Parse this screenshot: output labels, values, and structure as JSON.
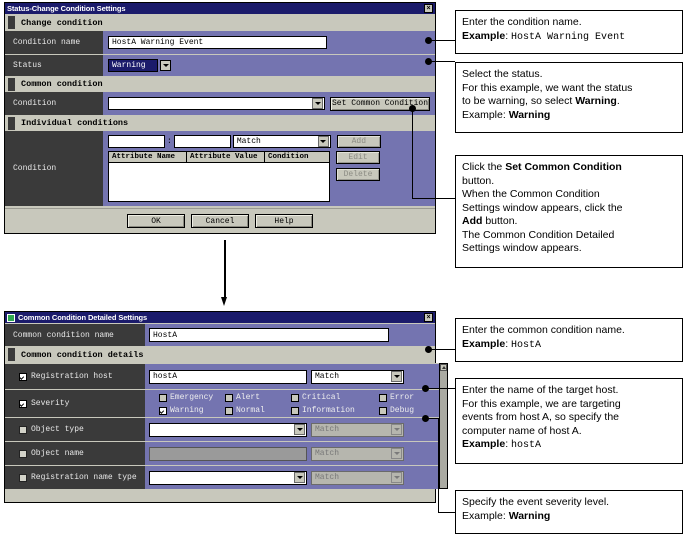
{
  "dialog1": {
    "title": "Status-Change Condition Settings",
    "close_label": "×",
    "groups": {
      "change_condition": "Change condition",
      "common_condition": "Common condition",
      "individual_conditions": "Individual conditions"
    },
    "fields": {
      "condition_name_label": "Condition name",
      "condition_name_value": "HostA Warning Event",
      "status_label": "Status",
      "status_value": "Warning",
      "condition_label": "Condition",
      "condition_value": "",
      "set_common_condition_button": "Set Common Condition",
      "individual_condition_label": "Condition",
      "attr_name_value": "",
      "attr_value_value": "",
      "separator": ":",
      "match_value": "Match"
    },
    "side_buttons": {
      "add": "Add",
      "edit": "Edit",
      "delete": "Delete"
    },
    "table_headers": [
      "Attribute Name",
      "Attribute Value",
      "Condition"
    ],
    "footer_buttons": {
      "ok": "OK",
      "cancel": "Cancel",
      "help": "Help"
    }
  },
  "dialog2": {
    "title": "Common Condition Detailed Settings",
    "close_label": "×",
    "groups": {
      "details": "Common condition details"
    },
    "fields": {
      "common_condition_name_label": "Common condition name",
      "common_condition_name_value": "HostA",
      "registration_host_label": "Registration host",
      "registration_host_value": "hostA",
      "registration_host_match": "Match",
      "severity_label": "Severity",
      "object_type_label": "Object type",
      "object_type_value": "",
      "object_type_match": "Match",
      "object_name_label": "Object name",
      "object_name_value": "",
      "object_name_match": "Match",
      "registration_name_type_label": "Registration name type",
      "registration_name_type_value": "",
      "registration_name_type_match": "Match"
    },
    "severity_options": [
      {
        "label": "Emergency",
        "checked": false
      },
      {
        "label": "Alert",
        "checked": false
      },
      {
        "label": "Critical",
        "checked": false
      },
      {
        "label": "Error",
        "checked": false
      },
      {
        "label": "Warning",
        "checked": true
      },
      {
        "label": "Normal",
        "checked": false
      },
      {
        "label": "Information",
        "checked": false
      },
      {
        "label": "Debug",
        "checked": false
      }
    ]
  },
  "callouts": {
    "c1": {
      "line1": "Enter the condition name.",
      "label2": "Example",
      "sep2": ": ",
      "code2": "HostA Warning Event"
    },
    "c2": {
      "line1": "Select the status.",
      "line2": "For this example, we want the status",
      "line3a": "to be warning, so select ",
      "line3b": "Warning",
      "line3c": ".",
      "line4a": "Example: ",
      "line4b": "Warning"
    },
    "c3": {
      "line1a": "Click the ",
      "line1b": "Set Common Condition",
      "line2": "button.",
      "line3": "When the Common Condition",
      "line4": "Settings window appears, click the",
      "line5a": "Add",
      "line5b": " button.",
      "line6": "The Common Condition Detailed",
      "line7": "Settings window appears."
    },
    "c4": {
      "line1": "Enter the common condition name.",
      "label2": "Example",
      "sep2": ": ",
      "code2": "HostA"
    },
    "c5": {
      "line1": "Enter the name of the target host.",
      "line2": "For this example, we are targeting",
      "line3": "events from host A, so specify the",
      "line4": "computer name of host A.",
      "label5": "Example",
      "sep5": ": ",
      "code5": "hostA"
    },
    "c6": {
      "line1": "Specify the event severity level.",
      "line2a": "Example: ",
      "line2b": "Warning"
    }
  },
  "colors": {
    "titlebar": "#1b1b6b",
    "panel": "#c8c8bc",
    "field_bg": "#7474b0",
    "label_bg": "#3a3a3a"
  }
}
